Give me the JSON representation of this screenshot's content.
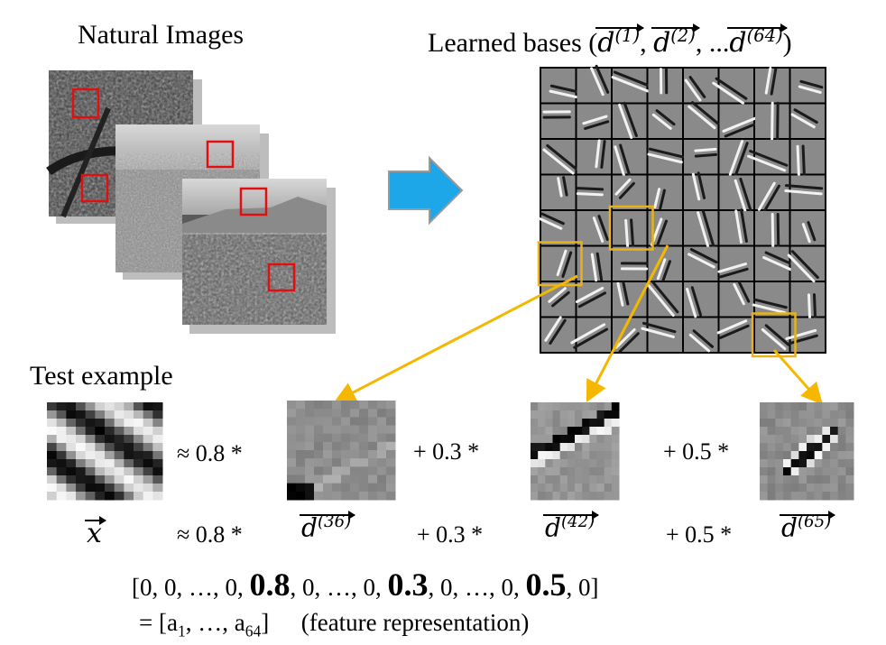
{
  "natural_images_title": "Natural Images",
  "bases_title": "Learned bases (",
  "bases_title_close": ")",
  "bases_vectors": [
    {
      "base": "d",
      "sup": "(1)"
    },
    {
      "base": "d",
      "sup": "(2)"
    },
    {
      "base": "d",
      "sup": "(64)"
    }
  ],
  "bases_separator": ", ",
  "bases_ellipsis": "...",
  "test_example_label": "Test example",
  "approx_rows": {
    "row1": {
      "t1": "≈ 0.8 *",
      "t2": "+ 0.3 *",
      "t3": "+ 0.5 *"
    },
    "row2": {
      "x": "x",
      "t1": "≈ 0.8 *",
      "t2": "+  0.3 *",
      "t3": "+ 0.5 *",
      "d1_sup": "(36)",
      "d2_sup": "(42)",
      "d3_sup": "(65)",
      "d": "d"
    }
  },
  "feature_vector": {
    "p1": "[0, 0, …, 0, ",
    "v1": "0.8",
    "p2": ", 0, …, 0, ",
    "v2": "0.3",
    "p3": ", 0, …, 0, ",
    "v3": "0.5",
    "p4": ", 0]"
  },
  "representation": {
    "prefix": "= [a",
    "sub1": "1",
    "mid": ", …, a",
    "sub2": "64",
    "close": "]",
    "note": "(feature representation)"
  },
  "colors": {
    "highlight_box": "#E8B21A",
    "red_box": "#E01010",
    "arrow_blue": "#1EA7E8",
    "arrow_orange": "#F5B700"
  },
  "coefficients": [
    0.8,
    0.3,
    0.5
  ],
  "grid": {
    "rows": 8,
    "cols": 8
  }
}
